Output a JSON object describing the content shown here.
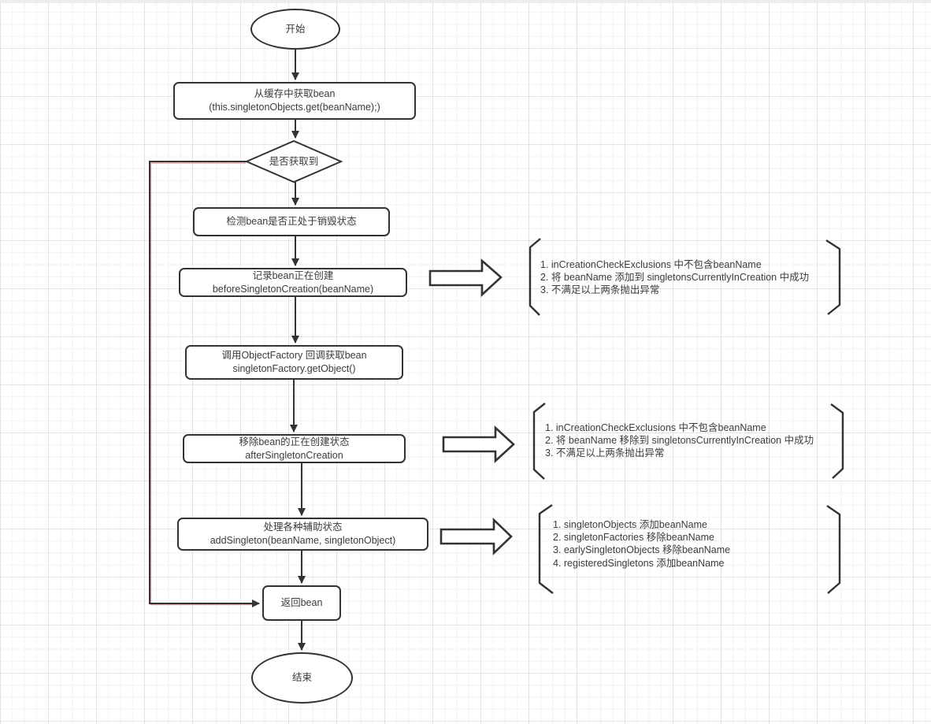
{
  "colors": {
    "stroke": "#333333",
    "text": "#3b3b3b",
    "highlight_connector": "#dba3a3",
    "grid_minor": "#f2f2f2",
    "grid_major": "#e3e3e3",
    "canvas_bg": "#ffffff",
    "top_strip": "#ededed"
  },
  "icons": {
    "block_arrow": "right-block-arrow",
    "arrowhead": "solid-triangle"
  },
  "nodes": {
    "start": {
      "label": "开始"
    },
    "fetch_cache": {
      "line1": "从缓存中获取bean",
      "line2": "(this.singletonObjects.get(beanName);)"
    },
    "decision": {
      "label": "是否获取到"
    },
    "check_destroy": {
      "label": "检测bean是否正处于销毁状态"
    },
    "before_creation": {
      "line1": "记录bean正在创建",
      "line2": "beforeSingletonCreation(beanName)"
    },
    "factory_callback": {
      "line1": "调用ObjectFactory 回调获取bean",
      "line2": "singletonFactory.getObject()"
    },
    "after_creation": {
      "line1": "移除bean的正在创建状态",
      "line2": "afterSingletonCreation"
    },
    "add_singleton": {
      "line1": "处理各种辅助状态",
      "line2": "addSingleton(beanName, singletonObject)"
    },
    "return_bean": {
      "label": "返回bean"
    },
    "end": {
      "label": "结束"
    }
  },
  "annotations": [
    {
      "lines": [
        "1. inCreationCheckExclusions 中不包含beanName",
        "2. 将 beanName 添加到 singletonsCurrentlyInCreation 中成功",
        "3. 不满足以上两条抛出异常"
      ]
    },
    {
      "lines": [
        "1. inCreationCheckExclusions 中不包含beanName",
        "2. 将 beanName 移除到 singletonsCurrentlyInCreation 中成功",
        "3. 不满足以上两条抛出异常"
      ]
    },
    {
      "lines": [
        "1.  singletonObjects 添加beanName",
        "2. singletonFactories 移除beanName",
        "3. earlySingletonObjects 移除beanName",
        "4. registeredSingletons 添加beanName"
      ]
    }
  ]
}
